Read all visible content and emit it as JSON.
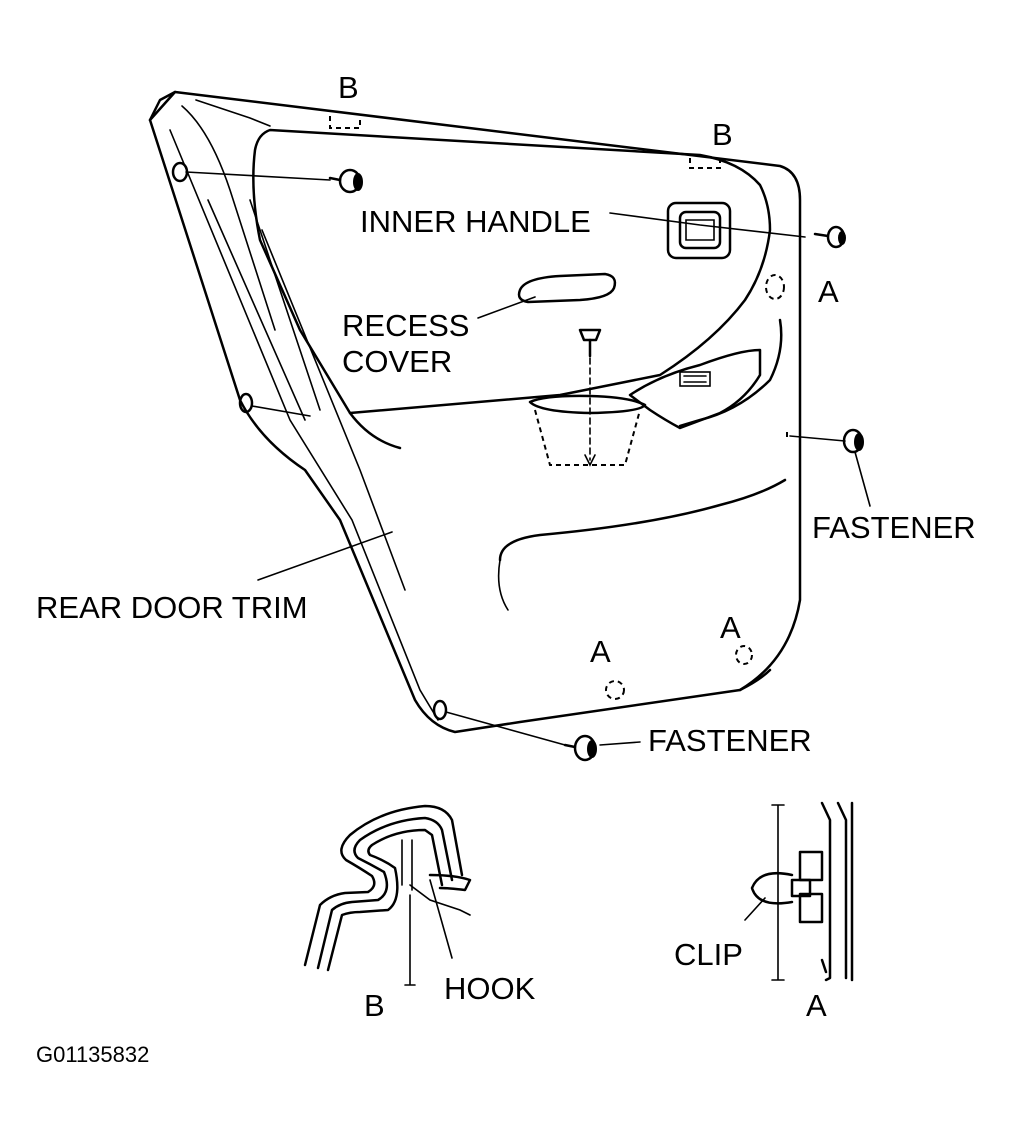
{
  "labels": {
    "b_top_left": "B",
    "b_top_right": "B",
    "inner_handle": "INNER HANDLE",
    "a_upper_right": "A",
    "recess_cover_line1": "RECESS",
    "recess_cover_line2": "COVER",
    "fastener_right": "FASTENER",
    "rear_door_trim": "REAR DOOR TRIM",
    "a_bottom_center": "A",
    "a_bottom_right": "A",
    "fastener_bottom": "FASTENER",
    "hook": "HOOK",
    "b_detail": "B",
    "clip": "CLIP",
    "a_detail": "A"
  },
  "figure_code": "G01135832"
}
